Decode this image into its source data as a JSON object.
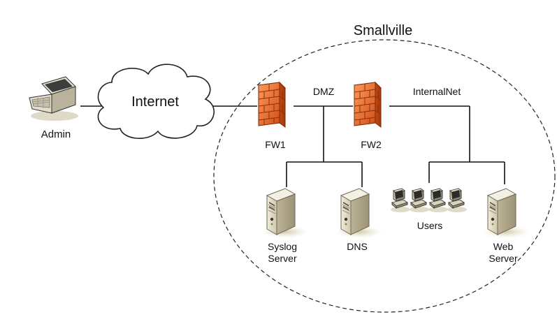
{
  "title": "Smallville",
  "nodes": {
    "admin": {
      "label": "Admin",
      "icon": "laptop-icon"
    },
    "internet": {
      "label": "Internet",
      "icon": "cloud-icon"
    },
    "fw1": {
      "label": "FW1",
      "icon": "firewall-icon"
    },
    "fw2": {
      "label": "FW2",
      "icon": "firewall-icon"
    },
    "syslog": {
      "label_line1": "Syslog",
      "label_line2": "Server",
      "icon": "server-icon"
    },
    "dns": {
      "label": "DNS",
      "icon": "server-icon"
    },
    "users": {
      "label": "Users",
      "icon": "workstation-icon"
    },
    "web": {
      "label_line1": "Web",
      "label_line2": "Server",
      "icon": "server-icon"
    }
  },
  "networks": {
    "dmz": "DMZ",
    "internal": "InternalNet"
  },
  "colors": {
    "firewall": "#e8743a",
    "server": "#d8d2bf",
    "lines": "#111111"
  }
}
